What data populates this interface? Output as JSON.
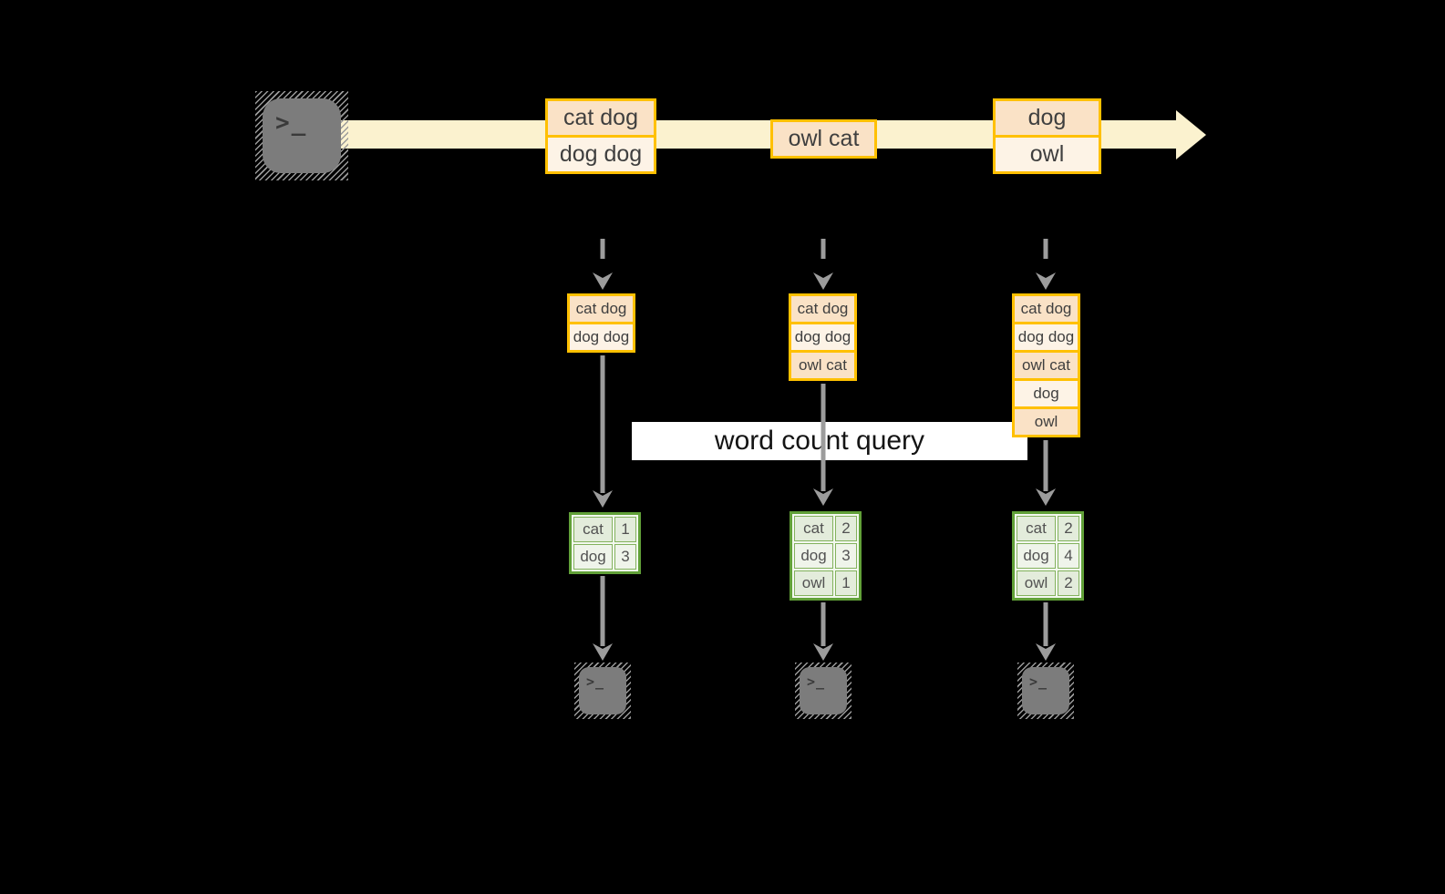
{
  "colors": {
    "background": "#000000",
    "stream_band": "#FBF2CF",
    "event_border": "#FFC000",
    "event_fill_dark": "#FAE2C6",
    "event_fill_light": "#FDF3E6",
    "table_border": "#61A038",
    "table_cell_dark": "#E3ECDB",
    "table_cell_light": "#EFF4EA",
    "arrow_gray": "#9C9C9C",
    "terminal_gray": "#7C7C7C",
    "query_band_bg": "#FFFFFF"
  },
  "terminal_prompt": ">_",
  "query": {
    "label": "word count query"
  },
  "stream_events": [
    {
      "lines": [
        "cat dog",
        "dog dog"
      ]
    },
    {
      "lines": [
        "owl cat"
      ]
    },
    {
      "lines": [
        "dog",
        "owl"
      ]
    }
  ],
  "columns": [
    {
      "buffer": [
        "cat dog",
        "dog dog"
      ],
      "counts": [
        {
          "word": "cat",
          "count": "1"
        },
        {
          "word": "dog",
          "count": "3"
        }
      ]
    },
    {
      "buffer": [
        "cat dog",
        "dog dog",
        "owl cat"
      ],
      "counts": [
        {
          "word": "cat",
          "count": "2"
        },
        {
          "word": "dog",
          "count": "3"
        },
        {
          "word": "owl",
          "count": "1"
        }
      ]
    },
    {
      "buffer": [
        "cat dog",
        "dog dog",
        "owl cat",
        "dog",
        "owl"
      ],
      "counts": [
        {
          "word": "cat",
          "count": "2"
        },
        {
          "word": "dog",
          "count": "4"
        },
        {
          "word": "owl",
          "count": "2"
        }
      ]
    }
  ]
}
